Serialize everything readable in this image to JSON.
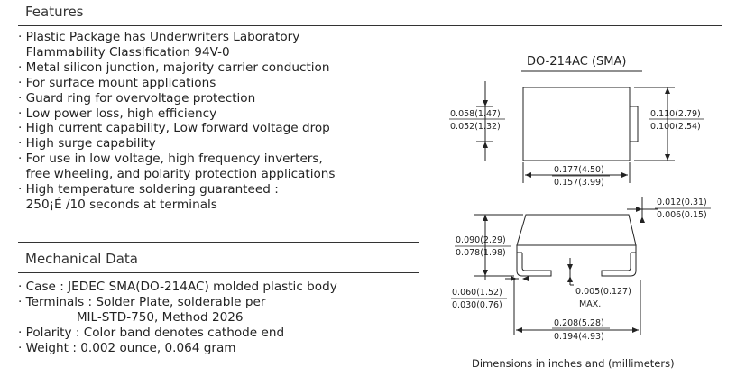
{
  "features": {
    "title": "Features",
    "items": [
      "· Plastic Package has Underwriters Laboratory",
      "  Flammability Classification 94V-0",
      "· Metal silicon junction, majority carrier conduction",
      "· For surface mount applications",
      "· Guard ring for overvoltage protection",
      "· Low power loss, high efficiency",
      "· High current capability, Low forward voltage drop",
      "· High surge capability",
      "· For use in low voltage, high frequency inverters,",
      "  free wheeling, and polarity protection applications",
      "· High temperature soldering guaranteed :",
      "  250¡É /10 seconds at terminals"
    ]
  },
  "mechanical": {
    "title": "Mechanical Data",
    "items": [
      "· Case : JEDEC SMA(DO-214AC) molded plastic body",
      "· Terminals : Solder Plate, solderable per",
      "               MIL-STD-750, Method 2026",
      "· Polarity : Color band denotes cathode end",
      "· Weight : 0.002 ounce, 0.064 gram"
    ]
  },
  "package": {
    "label": "DO-214AC (SMA)",
    "dims": {
      "height_max": "0.058(1.47)",
      "height_min": "0.052(1.32)",
      "width_max": "0.110(2.79)",
      "width_min": "0.100(2.54)",
      "len_max": "0.177(4.50)",
      "len_min": "0.157(3.99)",
      "lead_t_max": "0.012(0.31)",
      "lead_t_min": "0.006(0.15)",
      "thick_max": "0.090(2.29)",
      "thick_min": "0.078(1.98)",
      "foot_max": "0.060(1.52)",
      "foot_min": "0.030(0.76)",
      "standoff": "0.005(0.127)",
      "standoff_note": "MAX.",
      "total_max": "0.208(5.28)",
      "total_min": "0.194(4.93)"
    },
    "caption": "Dimensions in inches and (millimeters)"
  }
}
